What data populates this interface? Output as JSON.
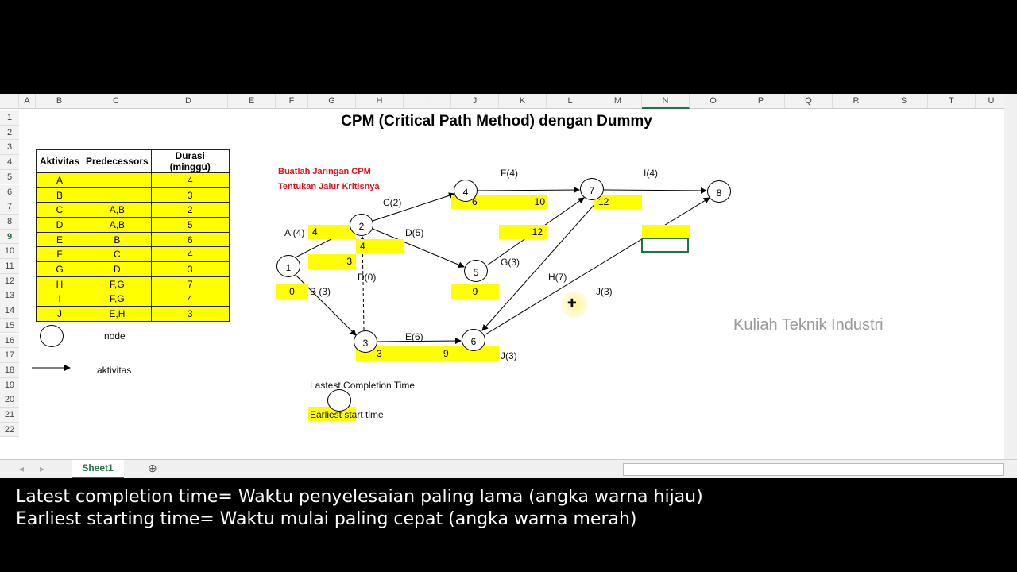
{
  "columns": [
    "A",
    "B",
    "C",
    "D",
    "E",
    "F",
    "G",
    "H",
    "I",
    "J",
    "K",
    "L",
    "M",
    "N",
    "O",
    "P",
    "Q",
    "R",
    "S",
    "T",
    "U"
  ],
  "rows": [
    "1",
    "2",
    "3",
    "4",
    "5",
    "6",
    "7",
    "8",
    "9",
    "10",
    "11",
    "12",
    "13",
    "14",
    "15",
    "16",
    "17",
    "18",
    "19",
    "20",
    "21",
    "22"
  ],
  "title": "CPM (Critical Path Method) dengan Dummy",
  "table": {
    "headers": [
      "Aktivitas",
      "Predecessors",
      "Durasi (minggu)"
    ],
    "rows": [
      [
        "A",
        "",
        "4"
      ],
      [
        "B",
        "",
        "3"
      ],
      [
        "C",
        "A,B",
        "2"
      ],
      [
        "D",
        "A,B",
        "5"
      ],
      [
        "E",
        "B",
        "6"
      ],
      [
        "F",
        "C",
        "4"
      ],
      [
        "G",
        "D",
        "3"
      ],
      [
        "H",
        "F,G",
        "7"
      ],
      [
        "I",
        "F,G",
        "4"
      ],
      [
        "J",
        "E,H",
        "3"
      ]
    ]
  },
  "legend": {
    "node": "node",
    "activity": "aktivitas",
    "latest": "Lastest Completion Time",
    "earliest": "Earliest start time"
  },
  "instructions": [
    "Buatlah Jaringan CPM",
    "Tentukan Jalur Kritisnya"
  ],
  "nodes": [
    "1",
    "2",
    "3",
    "4",
    "5",
    "6",
    "7",
    "8"
  ],
  "edge_labels": {
    "a": "A (4)",
    "b": "B (3)",
    "c": "C(2)",
    "d": "D(5)",
    "dummy": "D(0)",
    "e": "E(6)",
    "f": "F(4)",
    "g": "G(3)",
    "h": "H(7)",
    "i": "I(4)",
    "j1": "J(3)",
    "j2": "J(3)"
  },
  "times": {
    "a": "4",
    "n2": "4",
    "n2b": "3",
    "n1": "0",
    "n4a": "6",
    "n4b": "10",
    "n7": "12",
    "n5b": "12",
    "n5": "9",
    "n3": "3",
    "n6": "9"
  },
  "watermark": "Kuliah Teknik Industri",
  "sheet_tab": "Sheet1",
  "caption": [
    "Latest completion time= Waktu penyelesaian paling lama (angka warna hijau)",
    "Earliest starting time= Waktu mulai paling cepat (angka warna merah)"
  ]
}
